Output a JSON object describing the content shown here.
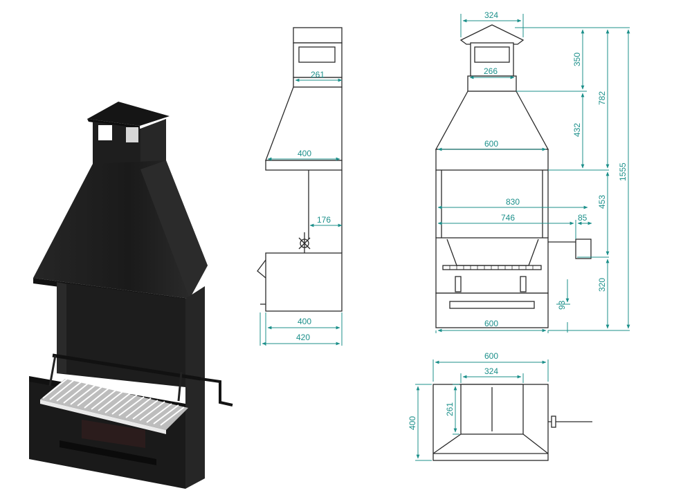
{
  "colors": {
    "dimension": "#1b8f8a",
    "outline": "#2a2a2a",
    "product": "#1c1c1c",
    "grill": "#d8d8d8"
  },
  "side_view": {
    "hood_width": "261",
    "base_width": "400",
    "spit_offset": "176",
    "firebox_depth": "400",
    "overall_depth": "420"
  },
  "front_view": {
    "chimney_cap_width": "324",
    "chimney_width": "266",
    "hood_width": "600",
    "opening_width": "830",
    "grill_width": "746",
    "crank_length": "85",
    "base_width": "600",
    "chimney_height": "350",
    "hood_height": "432",
    "upper_height": "782",
    "opening_height": "453",
    "base_height": "320",
    "drawer_height": "93",
    "total_height": "1555"
  },
  "top_view": {
    "overall_width": "600",
    "chimney_cap_width": "324",
    "chimney_depth": "261",
    "overall_depth": "400"
  }
}
